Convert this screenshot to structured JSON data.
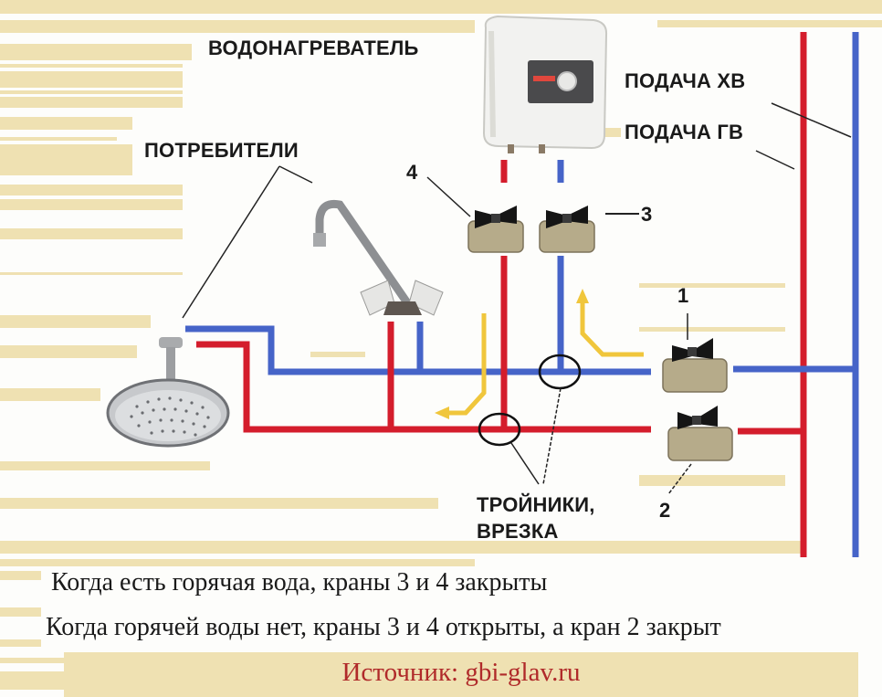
{
  "colors": {
    "hot_pipe": "#d41d2c",
    "cold_pipe": "#4664c8",
    "flow_arrow": "#f0c63c",
    "background_stripes": "#efe1b2",
    "source_text": "#b02a2a",
    "label_text": "#1a1a1a"
  },
  "labels": {
    "water_heater": "ВОДОНАГРЕВАТЕЛЬ",
    "consumers": "ПОТРЕБИТЕЛИ",
    "cold_supply": "ПОДАЧА ХВ",
    "hot_supply": "ПОДАЧА ГВ",
    "tees_line1": "ТРОЙНИКИ,",
    "tees_line2": "ВРЕЗКА"
  },
  "valves": [
    {
      "number": "1",
      "pipe": "cold",
      "location": "main inlet"
    },
    {
      "number": "2",
      "pipe": "hot",
      "location": "main inlet"
    },
    {
      "number": "3",
      "pipe": "cold",
      "location": "heater inlet"
    },
    {
      "number": "4",
      "pipe": "hot",
      "location": "heater outlet"
    }
  ],
  "components": [
    {
      "name": "water-heater",
      "icon": "boiler-icon"
    },
    {
      "name": "faucet",
      "icon": "mixer-tap-icon"
    },
    {
      "name": "shower-head",
      "icon": "shower-icon"
    }
  ],
  "notes": [
    "Когда есть горячая вода, краны 3 и 4 закрыты",
    "Когда горячей воды нет, краны 3 и 4 открыты, а кран 2 закрыт"
  ],
  "source": "Источник: gbi-glav.ru"
}
